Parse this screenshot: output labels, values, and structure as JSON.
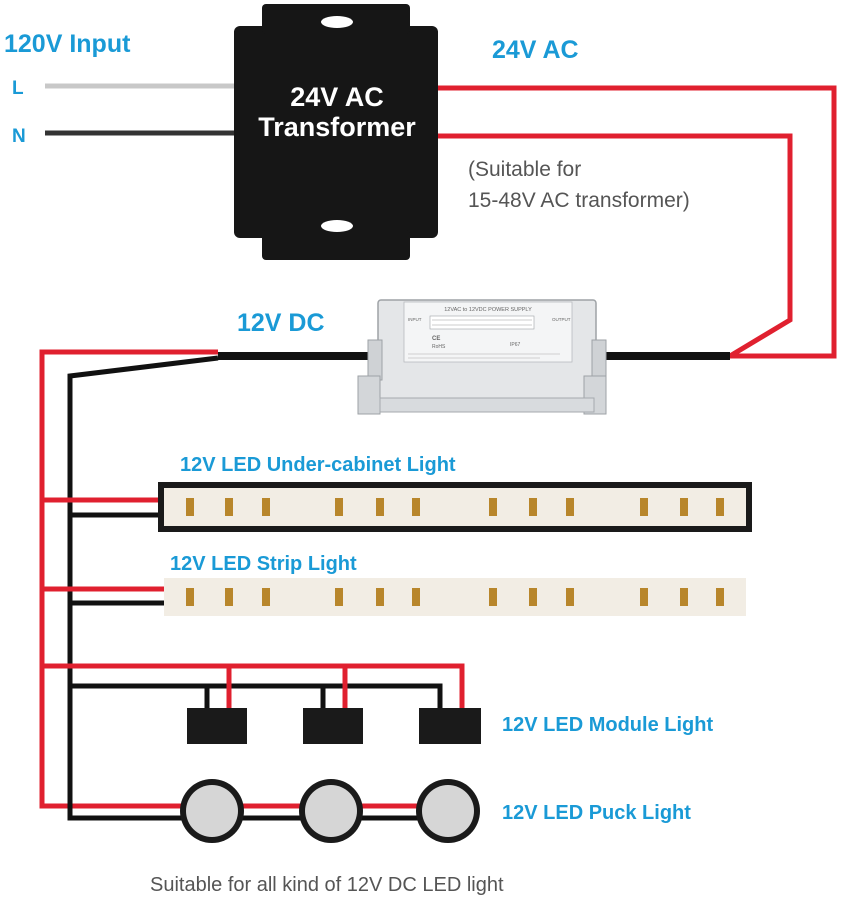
{
  "labels": {
    "input_title": "120V Input",
    "live": "L",
    "neutral": "N",
    "transformer_line1": "24V AC",
    "transformer_line2": "Transformer",
    "ac_output": "24V AC",
    "suitable_line1": "(Suitable for",
    "suitable_line2": "15-48V AC transformer)",
    "dc_output": "12V DC",
    "under_cabinet": "12V LED Under-cabinet Light",
    "strip": "12V LED Strip Light",
    "module": "12V LED Module Light",
    "puck": "12V LED Puck Light",
    "footer": "Suitable for all kind of 12V DC LED light"
  },
  "power_supply_label": {
    "title": "12VAC to 12VDC POWER SUPPLY",
    "input_header": "INPUT",
    "output_header": "OUTPUT",
    "ce": "CE",
    "rohs": "RoHS",
    "ip": "IP67"
  },
  "colors": {
    "label_blue": "#1a9ad6",
    "wire_red": "#e0202f",
    "wire_black": "#111111",
    "wire_live_gray": "#c8c8c8",
    "transformer": "#161616",
    "led_chip": "#b8862b"
  }
}
